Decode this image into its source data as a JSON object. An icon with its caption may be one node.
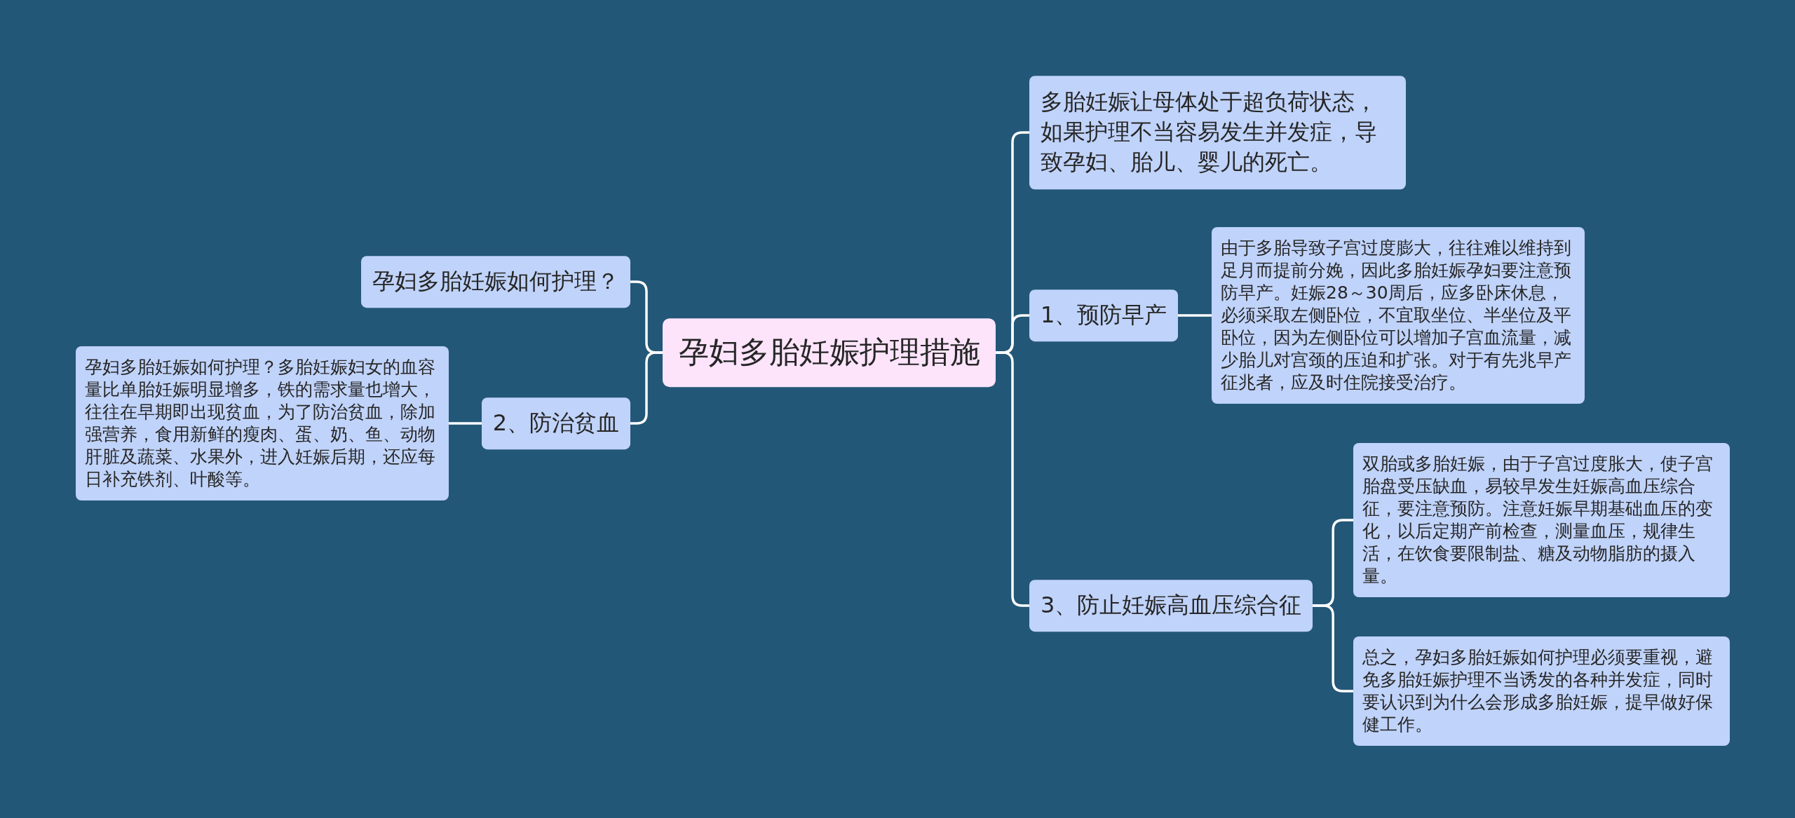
{
  "diagram": {
    "nodes": [
      {
        "text": [
          "孕妇多胎妊娠护理措施"
        ]
      },
      {
        "text": [
          "孕妇多胎妊娠如何护理？"
        ]
      },
      {
        "text": [
          "2、防治贫血"
        ]
      },
      {
        "text": [
          "孕妇多胎妊娠如何护理？多胎妊娠妇女的血容量比单胎妊娠明显增多，铁的需求量也增大，往往在早期即出现贫血，为了防治贫血，除加强营养，食用新鲜的瘦肉、蛋、奶、鱼、动物肝脏及蔬菜、水果外，进入妊娠后期，还应每日补充铁剂、叶酸等。"
        ]
      },
      {
        "text": [
          "多胎妊娠让母体处于超负荷状态，如果护理不当容易发生并发症，导致孕妇、胎儿、婴儿的死亡。"
        ]
      },
      {
        "text": [
          "1、预防早产"
        ]
      },
      {
        "text": [
          "由于多胎导致子宫过度膨大，往往难以维持到足月而提前分娩，因此多胎妊娠孕妇要注意预防早产。妊娠28～30周后，应多卧床休息，必须采取左侧卧位，不宜取坐位、半坐位及平卧位，因为左侧卧位可以增加子宫血流量，减少胎儿对宫颈的压迫和扩张。对于有先兆早产征兆者，应及时住院接受治疗。"
        ]
      },
      {
        "text": [
          "3、防止妊娠高血压综合征"
        ]
      },
      {
        "text": [
          "双胎或多胎妊娠，由于子宫过度胀大，使子宫胎盘受压缺血，易较早发生妊娠高血压综合征，要注意预防。注意妊娠早期基础血压的变化，以后定期产前检查，测量血压，规律生活，在饮食要限制盐、糖及动物脂肪的摄入量。"
        ]
      },
      {
        "text": [
          "总之，孕妇多胎妊娠如何护理必须要重视，避免多胎妊娠护理不当诱发的各种并发症，同时要认识到为什么会形成多胎妊娠，提早做好保健工作。"
        ]
      }
    ],
    "edges": [
      {
        "from": 0,
        "to": 1,
        "arrow": "none"
      },
      {
        "from": 0,
        "to": 2,
        "arrow": "none"
      },
      {
        "from": 2,
        "to": 3,
        "arrow": "none"
      },
      {
        "from": 0,
        "to": 4,
        "arrow": "none"
      },
      {
        "from": 0,
        "to": 5,
        "arrow": "none"
      },
      {
        "from": 5,
        "to": 6,
        "arrow": "none"
      },
      {
        "from": 0,
        "to": 7,
        "arrow": "none"
      },
      {
        "from": 7,
        "to": 8,
        "arrow": "none"
      },
      {
        "from": 7,
        "to": 9,
        "arrow": "none"
      }
    ]
  }
}
